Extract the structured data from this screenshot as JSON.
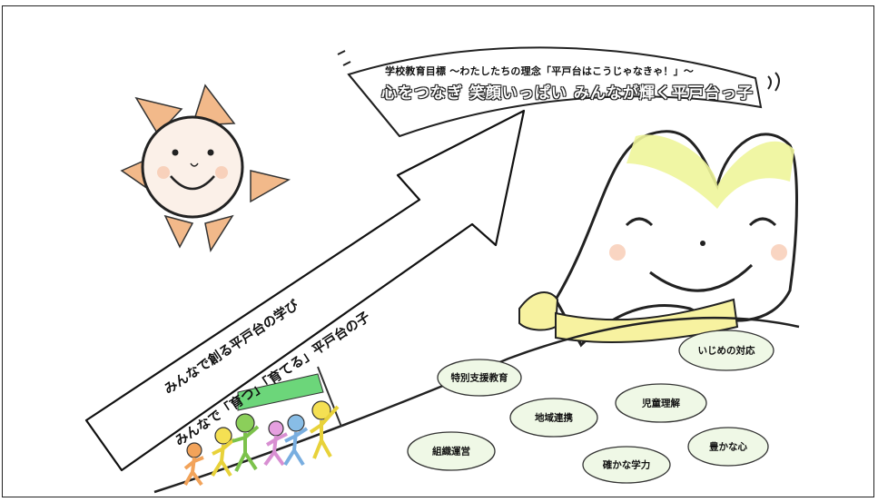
{
  "banner": {
    "title": "学校教育目標 ～わたしたちの理念「平戸台はこうじゃなきゃ！」～",
    "motto": "心をつなぎ 笑顔いっぱい みんなが輝く平戸台っ子"
  },
  "arrow": {
    "line1": "みんなで創る平戸台の学び",
    "line2": "みんなで「育つ」「育てる」平戸台の子"
  },
  "clouds": [
    "特別支援教育",
    "いじめの対応",
    "児童理解",
    "地域連携",
    "組織運営",
    "豊かな心",
    "確かな学力"
  ],
  "colors": {
    "sun_petal": "#f2b98a",
    "mountain_cap": "#eef59a",
    "cloud_fill": "#eff8e6",
    "flag_green": "#6cd67a"
  },
  "icons": [
    "sun-character",
    "mountain-character",
    "hiking-figures",
    "banner-flag"
  ]
}
